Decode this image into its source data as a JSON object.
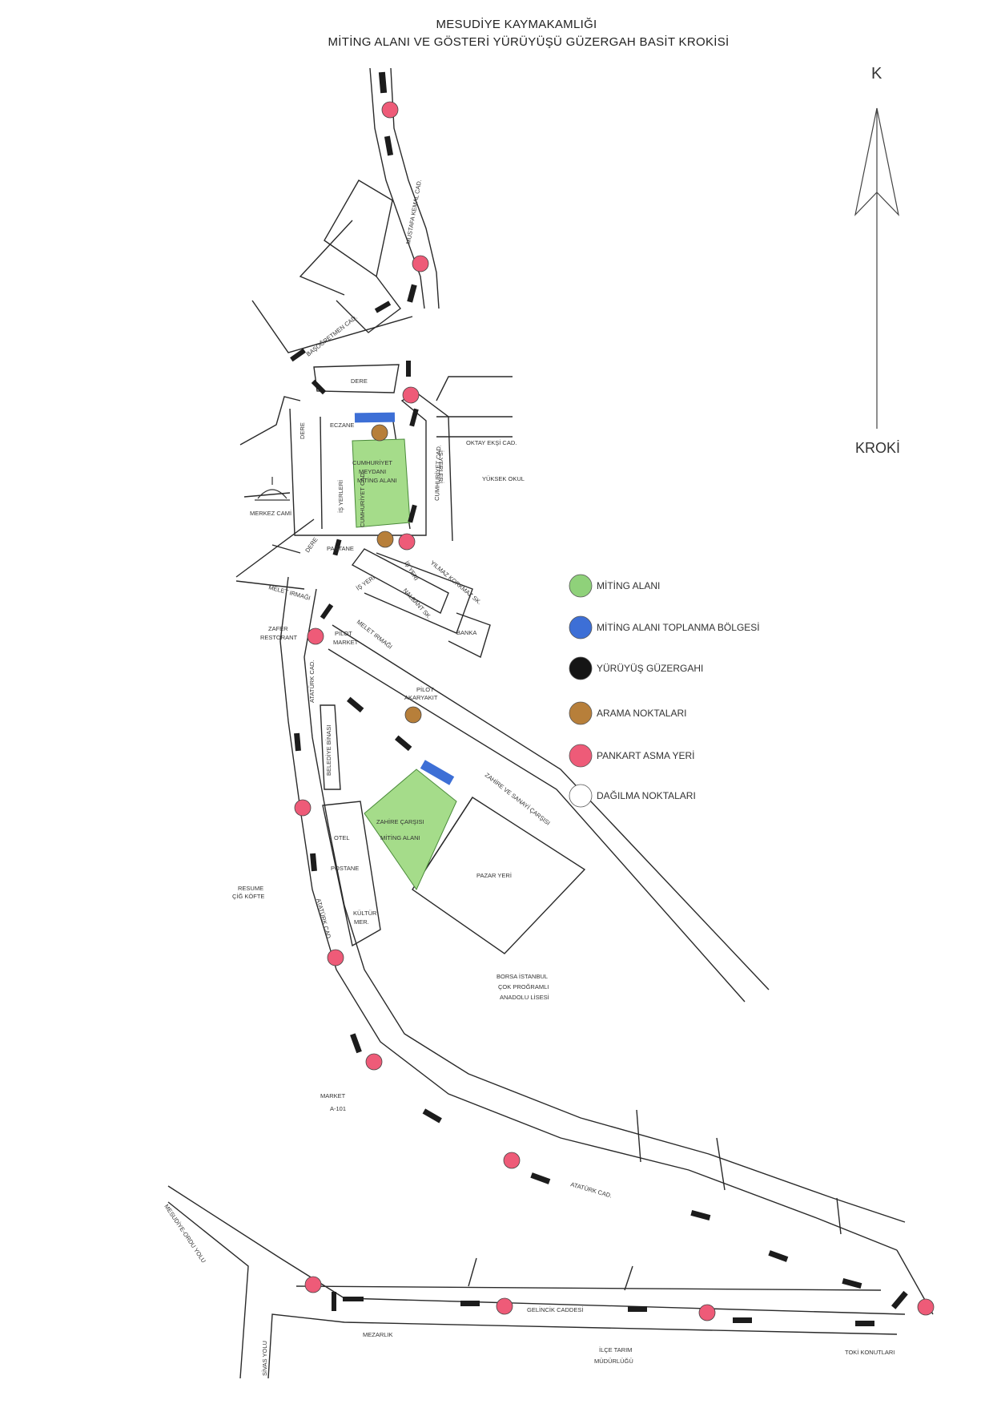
{
  "title": {
    "line1": "MESUDİYE KAYMAKAMLIĞI",
    "line2": "MİTİNG ALANI VE GÖSTERİ YÜRÜYÜŞÜ GÜZERGAH   BASİT KROKİSİ"
  },
  "compass": {
    "north": "K",
    "label": "KROKİ"
  },
  "legend": [
    {
      "text": "MİTİNG ALANI",
      "color": "#8fd17a"
    },
    {
      "text": "MİTİNG ALANI TOPLANMA BÖLGESİ",
      "color": "#3d6fd6"
    },
    {
      "text": "YÜRÜYÜŞ GÜZERGAHI",
      "color": "#151515"
    },
    {
      "text": "ARAMA NOKTALARI",
      "color": "#b77f3a"
    },
    {
      "text": "PANKART ASMA YERİ",
      "color": "#ee5b78"
    },
    {
      "text": "DAĞILMA NOKTALARI",
      "color": "#ffffff"
    }
  ],
  "areas": {
    "cumhuriyet": [
      "CUMHURİYET",
      "MEYDANI",
      "MİTİNG ALANI"
    ],
    "zahire": [
      "ZAHİRE ÇARŞISI",
      "MİTİNG ALANI"
    ]
  },
  "labels": {
    "mustafa_kemal": "MUSTAFA KEMAL CAD.",
    "basogretmen": "BAŞÖĞRETMEN CAD.",
    "dere_top": "DERE",
    "dere_left": "DERE",
    "dere_lower": "DERE",
    "eczane": "ECZANE",
    "oktay": "OKTAY EKŞİ CAD.",
    "yuksek_okul": "YÜKSEK OKUL",
    "merkez_cami": "MERKEZ CAMİ",
    "is_yerleri_left": "İŞ YERLERİ",
    "cumhuriyet_cad_left": "CUMHURİYET CAD.",
    "cumhuriyet_cad_right": "CUMHURİYET CAD.",
    "is_yerleri_right": "İŞ YERLERİ",
    "pastane": "PASTANE",
    "is_yeri_1": "İŞ YERİ",
    "nalbant": "NALBANT SK.",
    "yilmaz": "YILMAZ KORKMAZ SK.",
    "banka": "BANKA",
    "melet_irmagi_left": "MELET IRMAĞI",
    "is_yeri_2": "İŞ YERİ",
    "zafer": [
      "ZAFER",
      "RESTORANT"
    ],
    "pilot_market": [
      "PİLOT",
      "MARKET"
    ],
    "melet_irmagi_right": "MELET IRMAĞI",
    "ataturk_cad_1": "ATATÜRK CAD.",
    "pilot_akaryakit": [
      "PİLOT",
      "AKARYAKIT"
    ],
    "belediye": "BELEDİYE BİNASI",
    "zahire_sanayi": "ZAHİRE VE SANAYİ ÇARŞISI",
    "otel": "OTEL",
    "postane": "POSTANE",
    "pazar_yeri": "PAZAR YERİ",
    "resume": [
      "RESUME",
      "ÇİĞ KÖFTE"
    ],
    "ataturk_cad_2": "ATATÜRK CAD.",
    "kultur": [
      "KÜLTÜR",
      "MER."
    ],
    "borsa": [
      "BORSA İSTANBUL",
      "ÇOK PROĞRAMLI",
      "ANADOLU LİSESİ"
    ],
    "market_a101": [
      "MARKET",
      "A-101"
    ],
    "ataturk_cad_3": "ATATÜRK CAD.",
    "mesudiye_ordu": "MESUDİYE-ORDU YOLU",
    "gelincik": "GELİNCİK CADDESİ",
    "sivas_yolu": "SİVAS YOLU",
    "mezarlik": "MEZARLIK",
    "ilce_tarim": [
      "İLÇE TARIM",
      "MÜDÜRLÜĞÜ"
    ],
    "toki": "TOKİ KONUTLARI"
  }
}
